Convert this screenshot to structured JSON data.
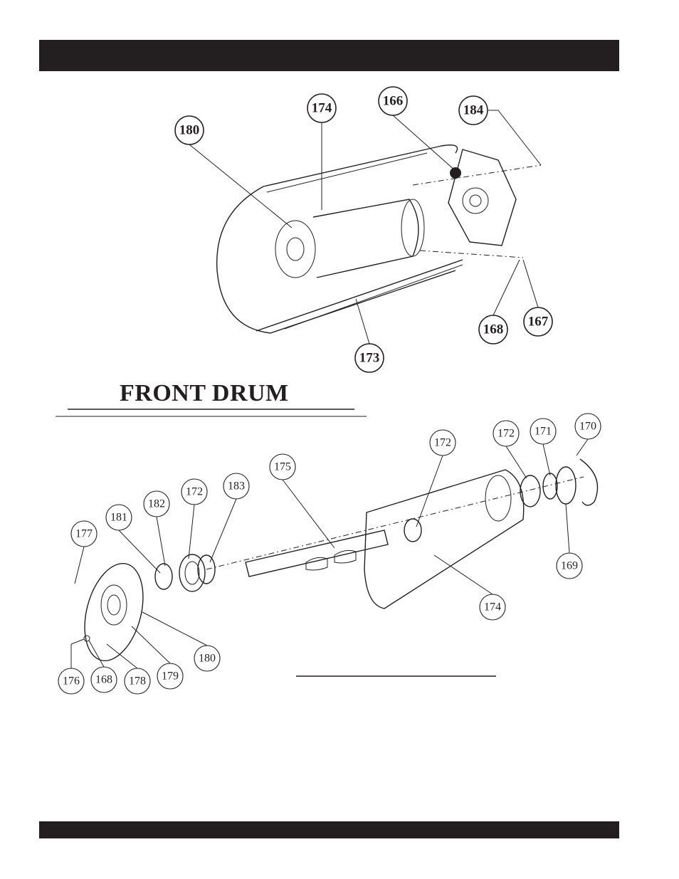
{
  "section_title": "FRONT DRUM",
  "top_callouts": [
    "180",
    "174",
    "166",
    "184",
    "168",
    "167",
    "173"
  ],
  "bottom_callouts": [
    "177",
    "181",
    "182",
    "172",
    "183",
    "175",
    "172",
    "172",
    "171",
    "170",
    "169",
    "174",
    "180",
    "179",
    "178",
    "168",
    "176"
  ]
}
